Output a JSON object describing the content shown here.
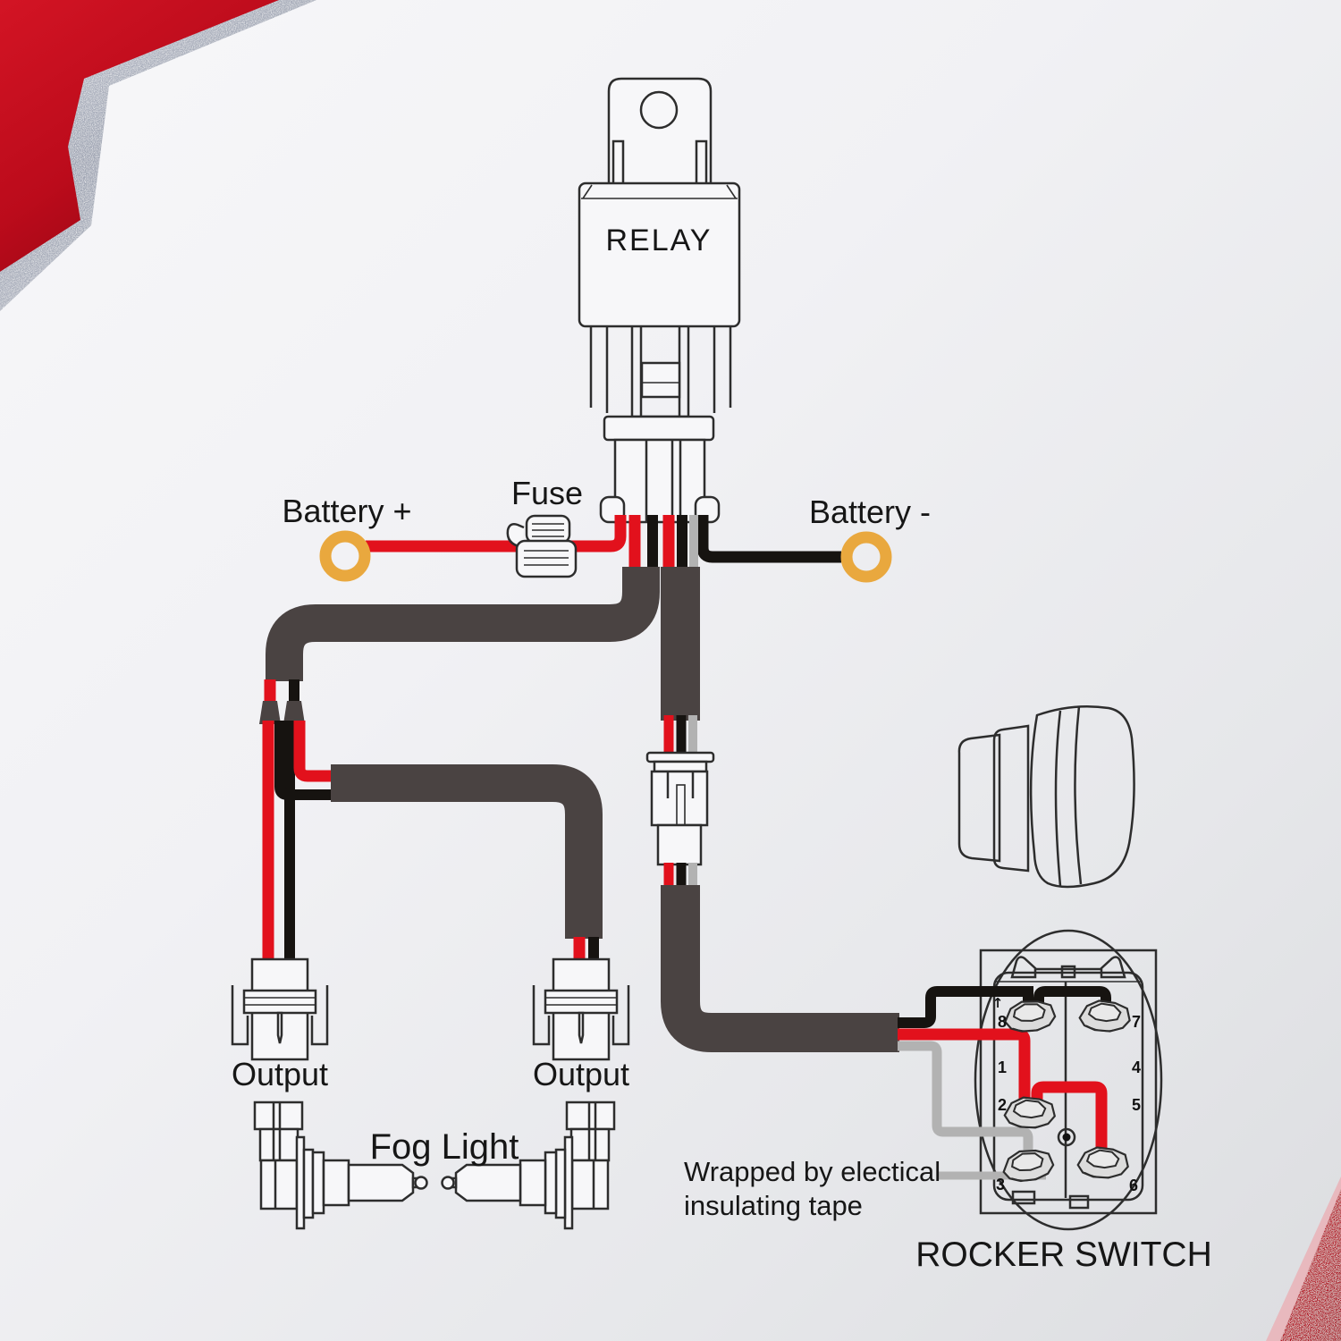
{
  "labels": {
    "relay": "RELAY",
    "battery_positive": "Battery +",
    "fuse": "Fuse",
    "battery_negative": "Battery -",
    "output_left": "Output",
    "output_right": "Output",
    "fog_light": "Fog Light",
    "rocker_switch": "ROCKER SWITCH",
    "tape_note_line1": "Wrapped by electical",
    "tape_note_line2": "insulating tape"
  },
  "rocker_switch": {
    "direction_arrow": "↑",
    "terminals": [
      "8",
      "7",
      "1",
      "4",
      "2",
      "5",
      "3",
      "6"
    ]
  },
  "colors": {
    "wire_red": "#e2111c",
    "wire_black": "#161310",
    "wire_gray": "#b2b2b2",
    "cable_sheath": "#4a4342",
    "ring_gold": "#e9a83e",
    "line_art": "#2d2d2d",
    "accent_red": "#c40e1e",
    "accent_red_dark": "#97040f",
    "silver_edge": "#a6abb9"
  }
}
